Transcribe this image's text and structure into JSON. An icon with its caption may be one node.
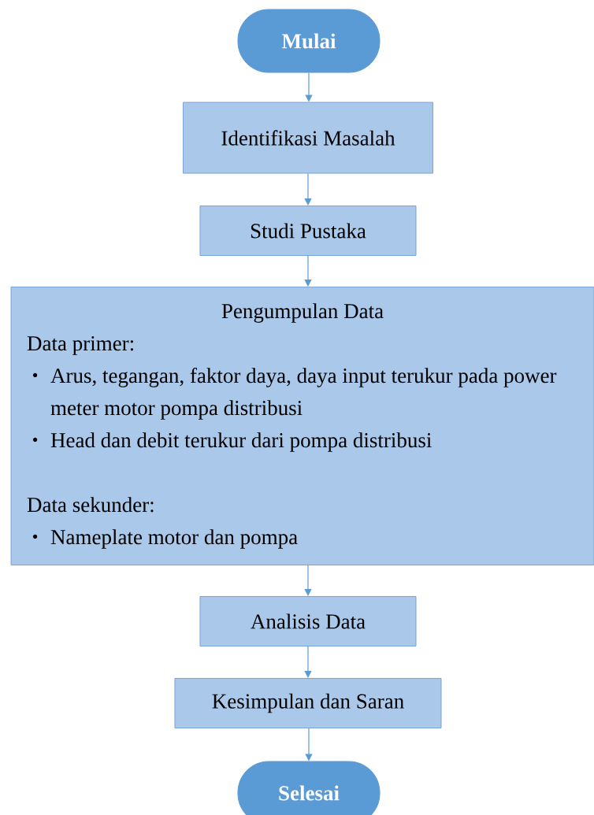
{
  "diagram": {
    "nodes": [
      {
        "text": [
          "Mulai"
        ]
      },
      {
        "text": [
          "Identifikasi Masalah"
        ]
      },
      {
        "text": [
          "Studi Pustaka"
        ]
      },
      {
        "text": [
          "Pengumpulan Data",
          "Data primer:",
          "Arus, tegangan, faktor daya, daya input terukur pada power meter motor pompa distribusi",
          "Head dan debit terukur dari pompa distribusi",
          "Data sekunder:",
          "Nameplate motor dan pompa"
        ]
      },
      {
        "text": [
          "Analisis Data"
        ]
      },
      {
        "text": [
          "Kesimpulan dan Saran"
        ]
      },
      {
        "text": [
          "Selesai"
        ]
      }
    ],
    "edges": [
      {
        "from": 0,
        "to": 1,
        "arrow": "to"
      },
      {
        "from": 1,
        "to": 2,
        "arrow": "to"
      },
      {
        "from": 2,
        "to": 3,
        "arrow": "to"
      },
      {
        "from": 3,
        "to": 4,
        "arrow": "to"
      },
      {
        "from": 4,
        "to": 5,
        "arrow": "to"
      },
      {
        "from": 5,
        "to": 6,
        "arrow": "to"
      }
    ]
  }
}
